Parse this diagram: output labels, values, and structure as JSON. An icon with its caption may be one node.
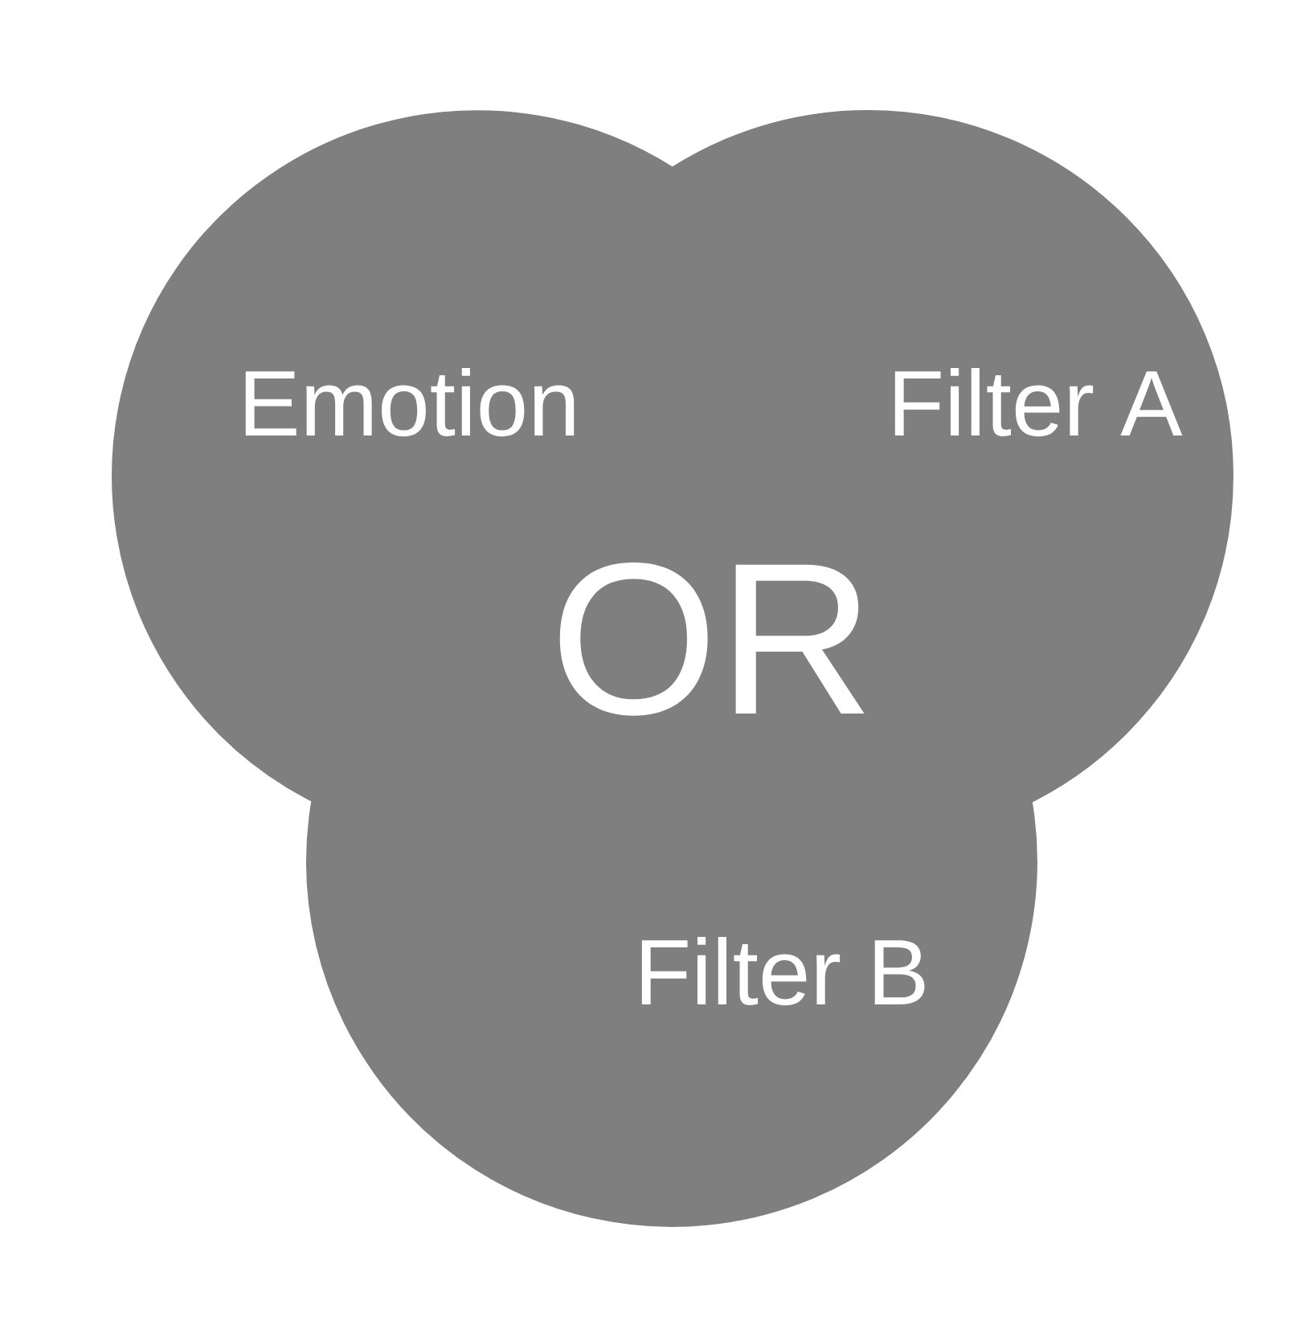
{
  "diagram": {
    "nodes": [
      {
        "text": [
          "Emotion"
        ]
      },
      {
        "text": [
          "Filter A"
        ]
      },
      {
        "text": [
          "Filter B"
        ]
      }
    ],
    "labels": [
      "OR"
    ]
  }
}
